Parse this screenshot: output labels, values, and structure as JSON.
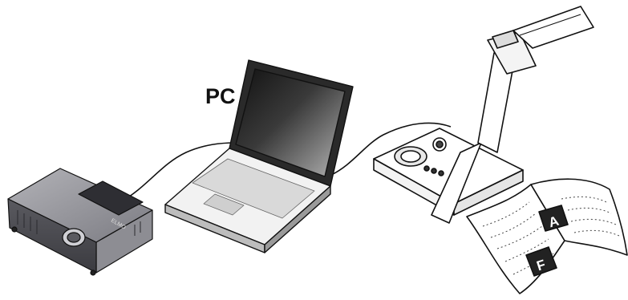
{
  "labels": {
    "pc": "PC",
    "projector_brand": "ELMO",
    "page_left_letter": "A",
    "page_right_letter": "F"
  },
  "colors": {
    "outline": "#111111",
    "projector_body": "#6e6e74",
    "projector_top": "#9a9aa0",
    "laptop_screen_dark": "#1c1c1c",
    "laptop_screen_light": "#9c9c9c",
    "laptop_body": "#eeeeee",
    "camera_body": "#ffffff"
  },
  "icons": [
    "projector-icon",
    "laptop-icon",
    "document-camera-icon",
    "open-book-icon",
    "cable-icon"
  ]
}
